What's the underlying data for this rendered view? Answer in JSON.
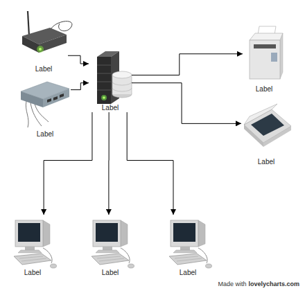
{
  "diagram": {
    "nodes": [
      {
        "text": [
          "Label"
        ]
      },
      {
        "text": [
          "Label"
        ]
      },
      {
        "text": [
          "Label"
        ]
      },
      {
        "text": [
          "Label"
        ]
      },
      {
        "text": [
          "Label"
        ]
      },
      {
        "text": [
          "Label"
        ]
      },
      {
        "text": [
          "Label"
        ]
      },
      {
        "text": [
          "Label"
        ]
      }
    ],
    "edges": [
      {
        "from": 0,
        "to": 2,
        "arrow": "to"
      },
      {
        "from": 1,
        "to": 2,
        "arrow": "to"
      },
      {
        "from": 2,
        "to": 3,
        "arrow": "to"
      },
      {
        "from": 2,
        "to": 4,
        "arrow": "to"
      },
      {
        "from": 2,
        "to": 5,
        "arrow": "to"
      },
      {
        "from": 2,
        "to": 6,
        "arrow": "to"
      },
      {
        "from": 2,
        "to": 7,
        "arrow": "to"
      }
    ],
    "labels": [
      "Made with",
      "lovelycharts.com"
    ]
  }
}
